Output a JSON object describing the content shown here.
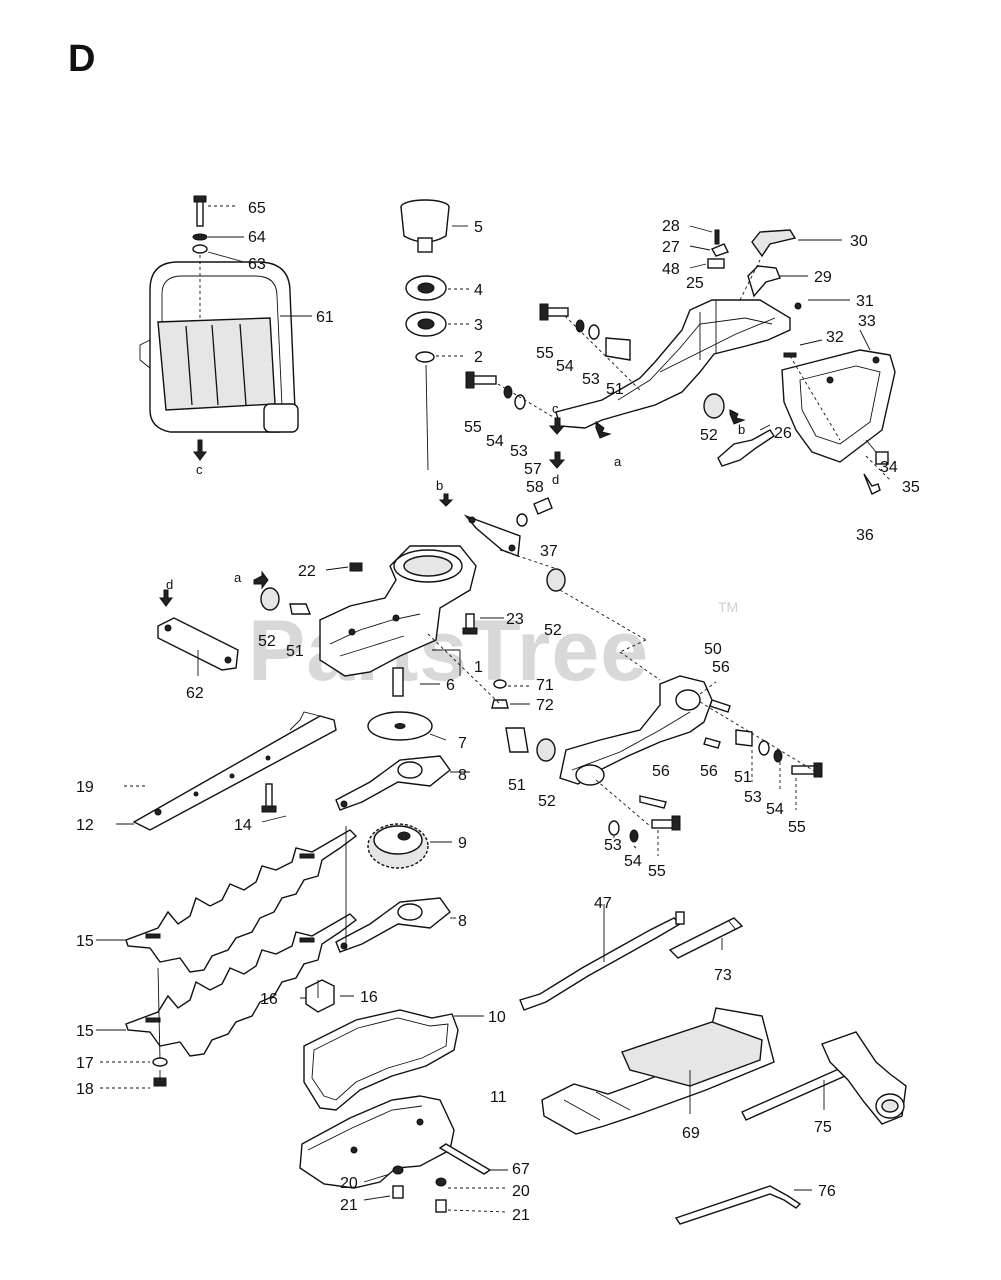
{
  "page_letter": "D",
  "watermark": {
    "text": "PartsTree",
    "tm": "TM"
  },
  "ref_letters": {
    "a": "a",
    "b": "b",
    "c": "c",
    "d": "d"
  },
  "labels": {
    "l65": "65",
    "l64": "64",
    "l63": "63",
    "l61": "61",
    "l5": "5",
    "l4": "4",
    "l3": "3",
    "l2": "2",
    "l28": "28",
    "l27": "27",
    "l48": "48",
    "l30": "30",
    "l29": "29",
    "l25": "25",
    "l31": "31",
    "l33": "33",
    "l32": "32",
    "l55a": "55",
    "l54a": "54",
    "l53a": "53",
    "l51a": "51",
    "l55b": "55",
    "l54b": "54",
    "l53b": "53",
    "l52a": "52",
    "l26": "26",
    "l34": "34",
    "l35": "35",
    "l36": "36",
    "l57": "57",
    "l58": "58",
    "l37": "37",
    "l22": "22",
    "l23": "23",
    "l52b": "52",
    "l52c": "52",
    "l51b": "51",
    "l1": "1",
    "l6": "6",
    "l71": "71",
    "l72": "72",
    "l62": "62",
    "l50": "50",
    "l56a": "56",
    "l56b": "56",
    "l56c": "56",
    "l51c": "51",
    "l53c": "53",
    "l54c": "54",
    "l55c": "55",
    "l51d": "51",
    "l52d": "52",
    "l53d": "53",
    "l54d": "54",
    "l55d": "55",
    "l7": "7",
    "l8a": "8",
    "l19": "19",
    "l12": "12",
    "l14": "14",
    "l9": "9",
    "l15a": "15",
    "l8b": "8",
    "l16a": "16",
    "l16b": "16",
    "l15b": "15",
    "l17": "17",
    "l18": "18",
    "l10": "10",
    "l11": "11",
    "l47": "47",
    "l73": "73",
    "l69": "69",
    "l75": "75",
    "l76": "76",
    "l67": "67",
    "l20a": "20",
    "l21a": "21",
    "l20b": "20",
    "l21b": "21"
  }
}
